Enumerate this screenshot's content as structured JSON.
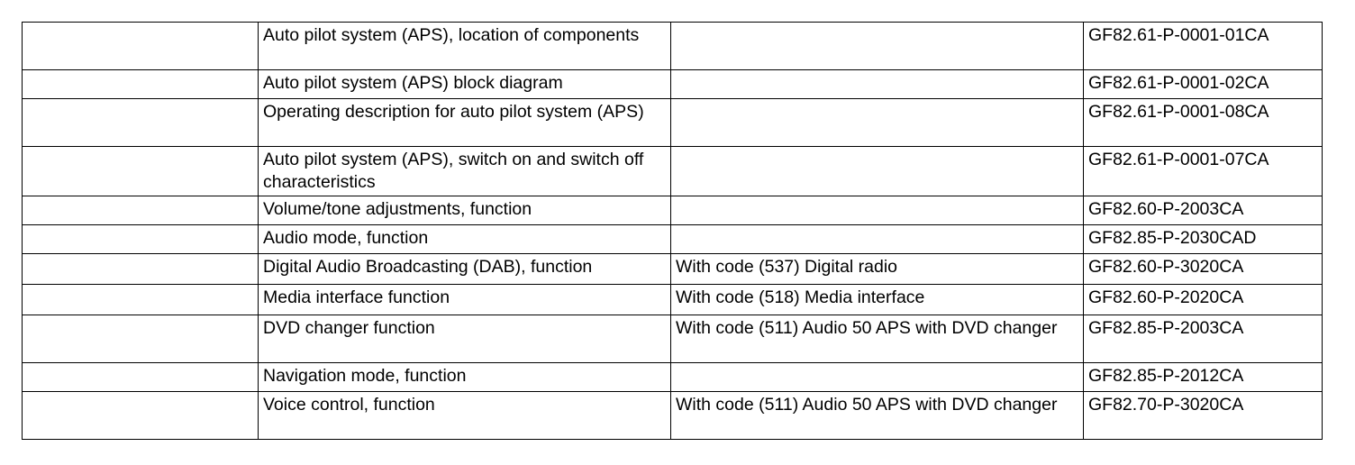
{
  "rows": [
    {
      "blank": "",
      "title": "Auto pilot system (APS), location of components",
      "condition": "",
      "code": "GF82.61-P-0001-01CA"
    },
    {
      "blank": "",
      "title": "Auto pilot system (APS) block diagram",
      "condition": "",
      "code": "GF82.61-P-0001-02CA"
    },
    {
      "blank": "",
      "title": "Operating description for auto pilot system (APS)",
      "condition": "",
      "code": "GF82.61-P-0001-08CA"
    },
    {
      "blank": "",
      "title": "Auto pilot system (APS), switch on and switch off characteristics",
      "condition": "",
      "code": "GF82.61-P-0001-07CA"
    },
    {
      "blank": "",
      "title": "Volume/tone adjustments, function",
      "condition": "",
      "code": "GF82.60-P-2003CA"
    },
    {
      "blank": "",
      "title": "Audio mode, function",
      "condition": "",
      "code": "GF82.85-P-2030CAD"
    },
    {
      "blank": "",
      "title": "Digital Audio Broadcasting (DAB), function",
      "condition": "With code (537) Digital radio",
      "code": "GF82.60-P-3020CA"
    },
    {
      "blank": "",
      "title": "Media interface function",
      "condition": "With code (518) Media interface",
      "code": "GF82.60-P-2020CA"
    },
    {
      "blank": "",
      "title": "DVD changer function",
      "condition": "With code (511) Audio 50 APS with DVD changer",
      "code": "GF82.85-P-2003CA"
    },
    {
      "blank": "",
      "title": "Navigation mode, function",
      "condition": "",
      "code": "GF82.85-P-2012CA"
    },
    {
      "blank": "",
      "title": "Voice control, function",
      "condition": "With code (511) Audio 50 APS with DVD changer",
      "code": "GF82.70-P-3020CA"
    }
  ]
}
